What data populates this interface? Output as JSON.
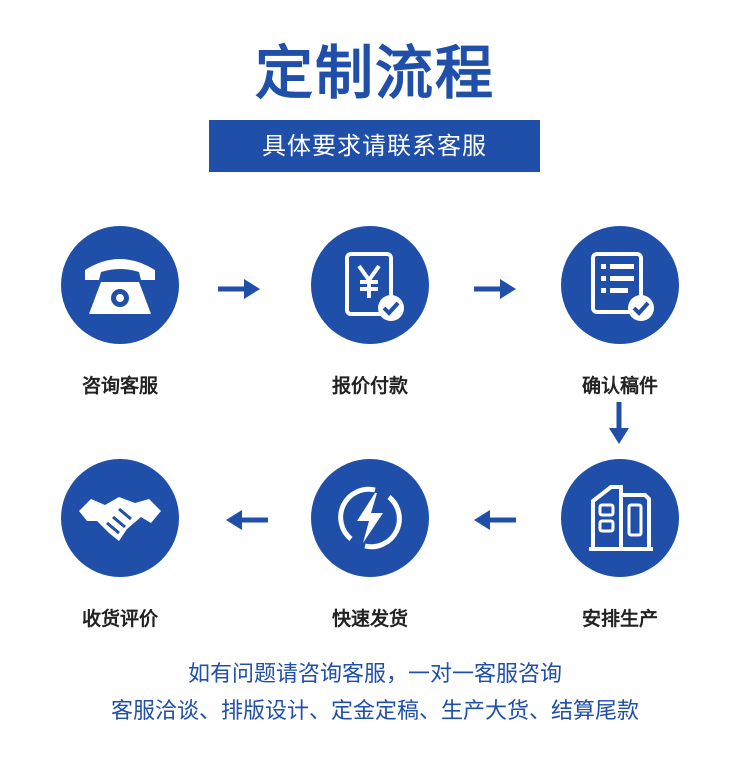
{
  "title": "定制流程",
  "subtitle": "具体要求请联系客服",
  "accent_color": "#1f4fa8",
  "steps": [
    {
      "label": "咨询客服",
      "icon": "telephone-icon"
    },
    {
      "label": "报价付款",
      "icon": "yuan-receipt-check-icon"
    },
    {
      "label": "确认稿件",
      "icon": "document-check-icon"
    },
    {
      "label": "安排生产",
      "icon": "factory-building-icon"
    },
    {
      "label": "快速发货",
      "icon": "lightning-bolt-icon"
    },
    {
      "label": "收货评价",
      "icon": "handshake-icon"
    }
  ],
  "footer": {
    "line1": "如有问题请咨询客服，一对一客服咨询",
    "line2": "客服洽谈、排版设计、定金定稿、生产大货、结算尾款"
  }
}
